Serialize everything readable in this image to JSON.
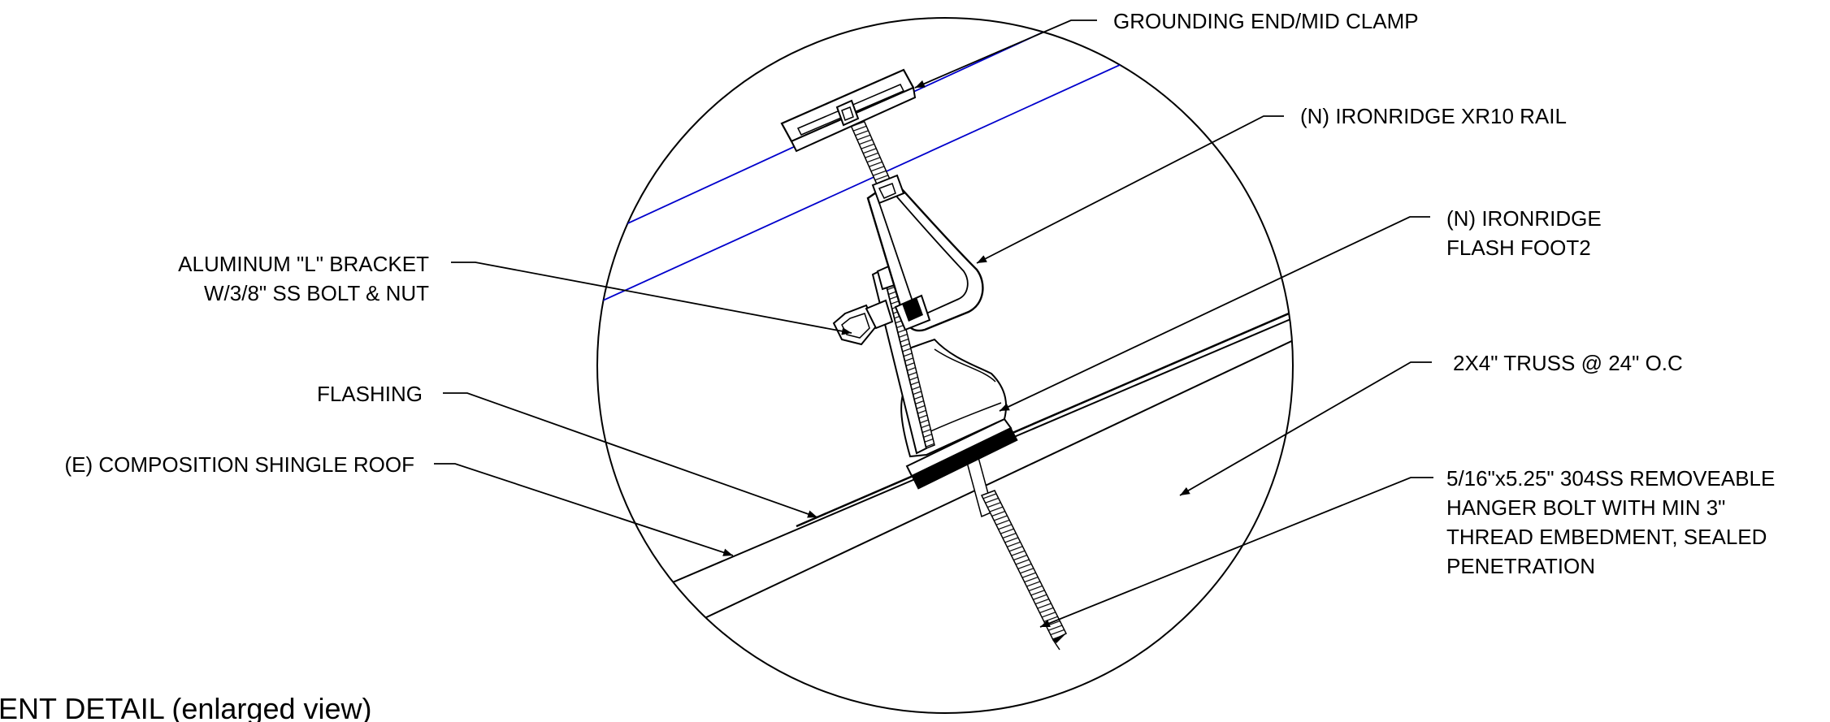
{
  "callouts": {
    "grounding_clamp": "GROUNDING END/MID CLAMP",
    "xr10_rail": "(N) IRONRIDGE XR10 RAIL",
    "flash_foot_line1": "(N) IRONRIDGE",
    "flash_foot_line2": "FLASH FOOT2",
    "l_bracket_line1": "ALUMINUM \"L\" BRACKET",
    "l_bracket_line2": "W/3/8\" SS BOLT & NUT",
    "truss": "2X4\" TRUSS @ 24\" O.C",
    "flashing": "FLASHING",
    "shingle_roof": "(E) COMPOSITION SHINGLE ROOF",
    "hanger_line1": "5/16\"x5.25\" 304SS REMOVEABLE",
    "hanger_line2": "HANGER BOLT WITH MIN 3\"",
    "hanger_line3": "THREAD EMBEDMENT, SEALED",
    "hanger_line4": "PENETRATION"
  },
  "title": "ENT DETAIL (enlarged view)",
  "colors": {
    "line": "#000000",
    "module_edge": "#0000cc"
  }
}
